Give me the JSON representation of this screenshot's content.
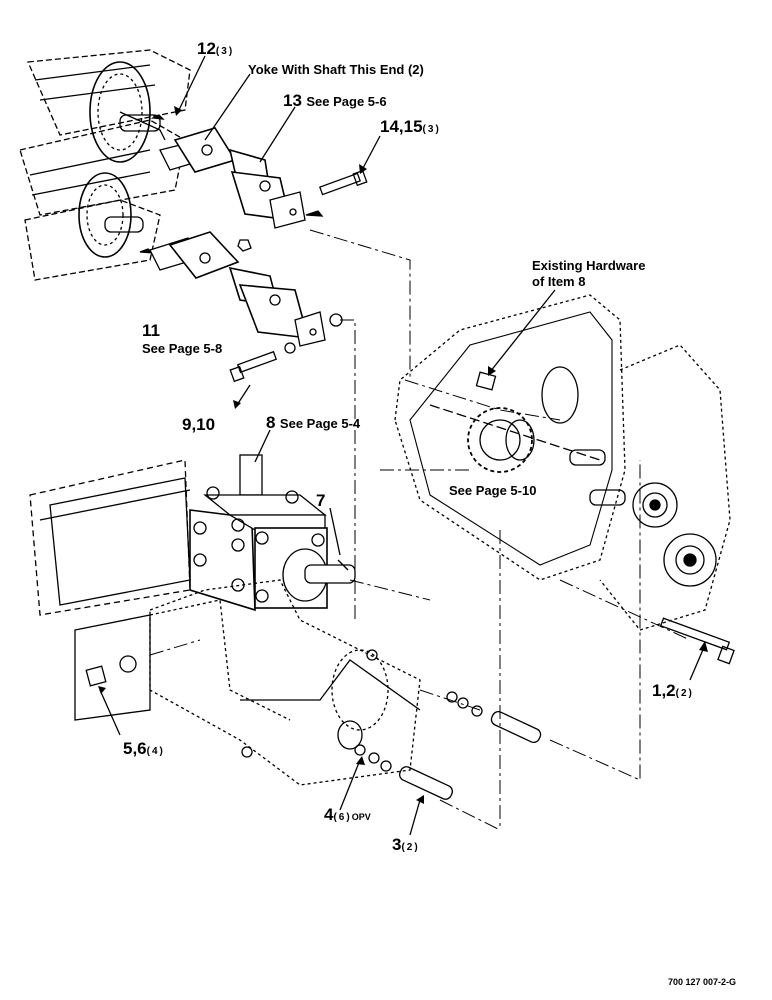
{
  "callouts": {
    "c12": {
      "num": "12",
      "qty": "(3)"
    },
    "yoke_note": "Yoke With Shaft This End (2)",
    "c13": {
      "num": "13",
      "see": "See Page 5-6"
    },
    "c14": {
      "num": "14,15",
      "qty": "(3)"
    },
    "existing_hw": {
      "line1": "Existing Hardware",
      "line2": "of Item 8"
    },
    "c11": {
      "num": "11",
      "see": "See Page 5-8"
    },
    "c9": {
      "num": "9,10"
    },
    "c8": {
      "num": "8",
      "see": "See Page 5-4"
    },
    "c7": {
      "num": "7"
    },
    "see510": "See Page 5-10",
    "c1": {
      "num": "1,2",
      "qty": "(2)"
    },
    "c5": {
      "num": "5,6",
      "qty": "(4)"
    },
    "c4": {
      "num": "4",
      "qty": "(6)",
      "suffix": "OPV"
    },
    "c3": {
      "num": "3",
      "qty": "(2)"
    }
  },
  "drawing_code": "700 127 007-2-G"
}
